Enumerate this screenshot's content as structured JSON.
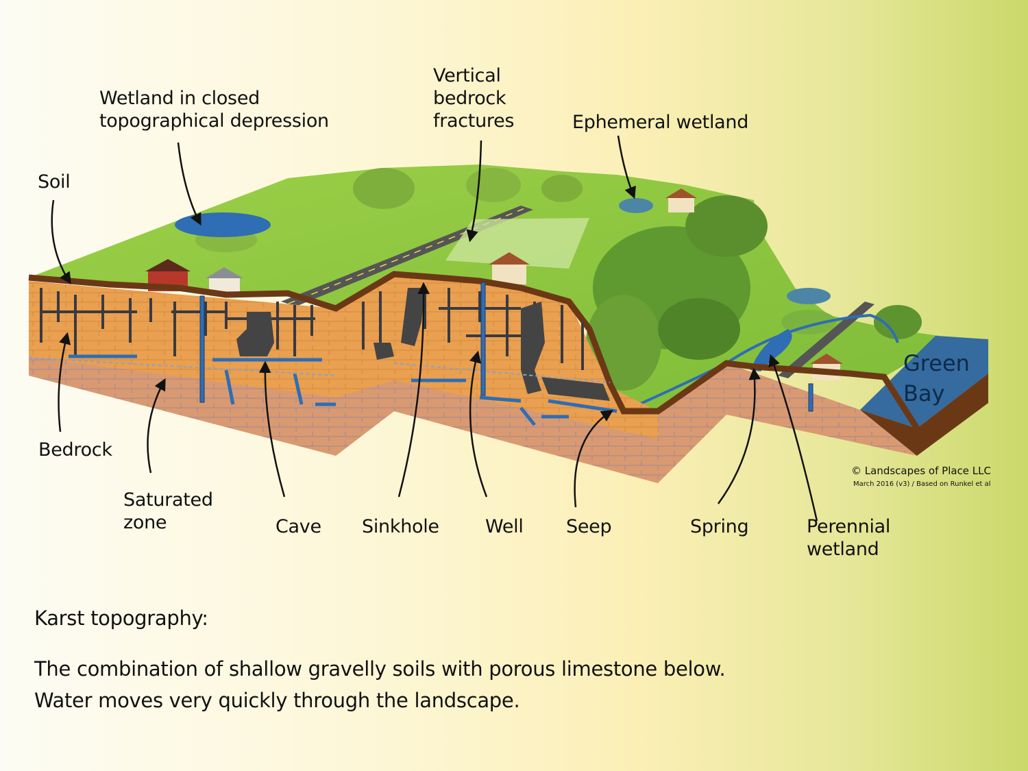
{
  "labels": {
    "wetland_closed": "Wetland in closed\ntopographical depression",
    "vertical_fractures": "Vertical\nbedrock\nfractures",
    "ephemeral_wetland": "Ephemeral wetland",
    "soil": "Soil",
    "bedrock": "Bedrock",
    "saturated_zone": "Saturated\nzone",
    "cave": "Cave",
    "sinkhole": "Sinkhole",
    "well": "Well",
    "seep": "Seep",
    "spring": "Spring",
    "perennial_wetland": "Perennial\nwetland",
    "green_bay": "Green\nBay"
  },
  "credit": {
    "line1": "© Landscapes of Place LLC",
    "line2": "March 2016 (v3) / Based on Runkel et al"
  },
  "caption": {
    "title": "Karst topography:",
    "line1": "The combination of shallow gravelly soils with porous limestone below.",
    "line2": "Water moves very quickly through the landscape."
  },
  "colors": {
    "grass": "#8cc43c",
    "soil": "#7a3e16",
    "rock": "#e9a050",
    "water": "#2f6db4",
    "cave": "#444444",
    "bay": "#356b9e"
  }
}
